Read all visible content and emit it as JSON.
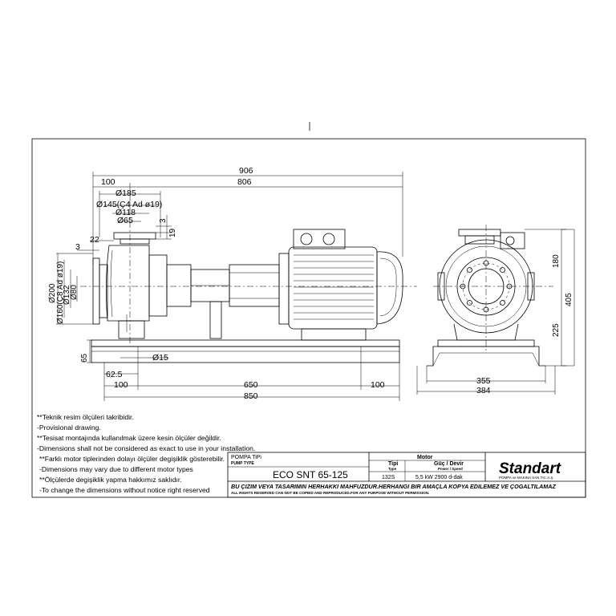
{
  "dimensions": {
    "overall_length": "906",
    "motor_section": "806",
    "suction_offset": "100",
    "d185": "Ø185",
    "d145": "Ø145(Ç4 Ad ø19)",
    "d118": "Ø118",
    "d65": "Ø65",
    "d3_top": "3",
    "d19": "19",
    "d22": "22",
    "d3_left": "3",
    "d200": "Ø200",
    "d160": "Ø160(Ç8 Ad ø19)",
    "d132": "Ø132",
    "d80": "Ø80",
    "d65_side": "65",
    "d15": "Ø15",
    "d62_5": "62.5",
    "base_left": "100",
    "base_mid": "650",
    "base_right": "100",
    "base_total": "850",
    "side_180": "180",
    "side_405": "405",
    "side_225": "225",
    "side_355": "355",
    "side_384": "384"
  },
  "notes": [
    "**Teknik resim ölçüleri takribidir.",
    "-Provisional drawing.",
    "**Tesisat montajında kullanılmak üzere kesin ölçüler değildir.",
    "-Dimensions shall not be considered as exact to use in your installation.",
    "**Farklı motor tiplerinden dolayı ölçüler degişiklik gösterebilir.",
    "-Dimensions may vary due to different motor types",
    "**Ölçülerde degişiklik yapma hakkımız saklıdır.",
    "-To change the dimensions without notice right reserved"
  ],
  "title_block": {
    "pump_type_label": "POMPA TiPi",
    "pump_type_label_en": "PUMP TYPE",
    "pump_model": "ECO SNT 65-125",
    "motor_header": "Motor",
    "tipi_label": "Tipi",
    "type_label": "Type",
    "guc_label": "Güç / Devir",
    "power_label": "Power / Speed",
    "motor_type": "132S",
    "motor_power": "5,5 kW 2900 d-dak",
    "brand": "Standart",
    "brand_sub": "POMPA ve MAKINA SAN.TIC.A.Ş.",
    "copyright_tr": "BU ÇIZIM VEYA TASARIMIN HERHAKKI MAHFUZDUR.HERHANGI BIR AMAÇLA KOPYA EDILEMEZ VE ÇOGALTILAMAZ",
    "copyright_en": "ALL RIGHTS RESERVED CAN NOT BE COPIED AND REPRODUCED.FOR ANY PURPOSE WITHOUT PERMISSION."
  }
}
